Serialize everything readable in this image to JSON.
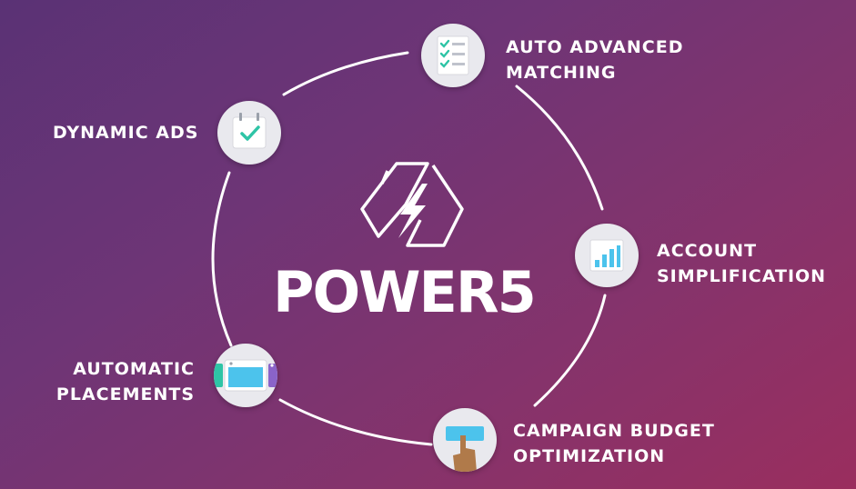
{
  "center": {
    "logo_icon": "lightning-hexagon-icon",
    "word": "POWER5"
  },
  "items": [
    {
      "lines": [
        "AUTO ADVANCED",
        "MATCHING"
      ],
      "icon": "checklist-icon"
    },
    {
      "lines": [
        "ACCOUNT",
        "SIMPLIFICATION"
      ],
      "icon": "bar-chart-icon"
    },
    {
      "lines": [
        "CAMPAIGN BUDGET",
        "OPTIMIZATION"
      ],
      "icon": "hand-click-button-icon"
    },
    {
      "lines": [
        "AUTOMATIC",
        "PLACEMENTS"
      ],
      "icon": "placements-screens-icon"
    },
    {
      "lines": [
        "DYNAMIC ADS"
      ],
      "icon": "calendar-check-icon"
    }
  ],
  "colors": {
    "background_start": "#5a3275",
    "background_end": "#9a2e5e",
    "ring": "#ffffff",
    "icon_bg": "#e9e9ee",
    "teal": "#2ec4a6",
    "blue": "#4cc3ec",
    "purple": "#8a63c9",
    "skin": "#b07a4a"
  }
}
